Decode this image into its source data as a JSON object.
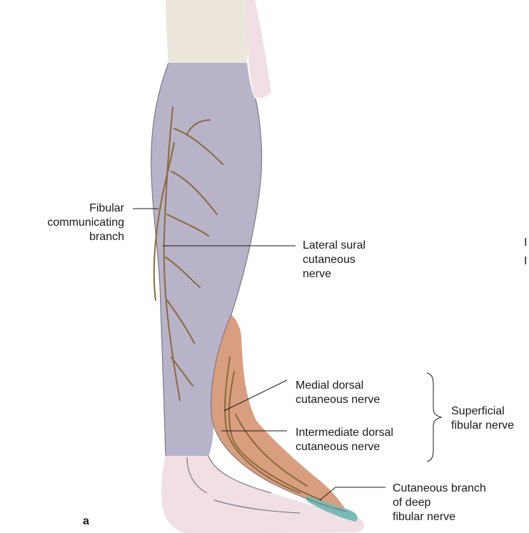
{
  "figure": {
    "panel_letter": "a",
    "labels": {
      "fibular_communicating": "Fibular\ncommunicating\nbranch",
      "lateral_sural": "Lateral sural\ncutaneous\nnerve",
      "medial_dorsal": "Medial dorsal\ncutaneous nerve",
      "intermediate_dorsal": "Intermediate dorsal\ncutaneous nerve",
      "superficial_fibular": "Superficial\nfibular nerve",
      "cutaneous_deep": "Cutaneous branch\nof deep\nfibular nerve",
      "edge_fragment_1": "I",
      "edge_fragment_2": "I"
    },
    "colors": {
      "background": "#ffffff",
      "thigh_skin": "#ece6dc",
      "skin_pink": "#f0dfe3",
      "lateral_sural_region": "#b8b3c9",
      "superficial_fibular_region": "#d99e80",
      "deep_fibular_region": "#78b9b6",
      "nerve": "#8b6a3c",
      "outline": "#7d7884"
    }
  }
}
